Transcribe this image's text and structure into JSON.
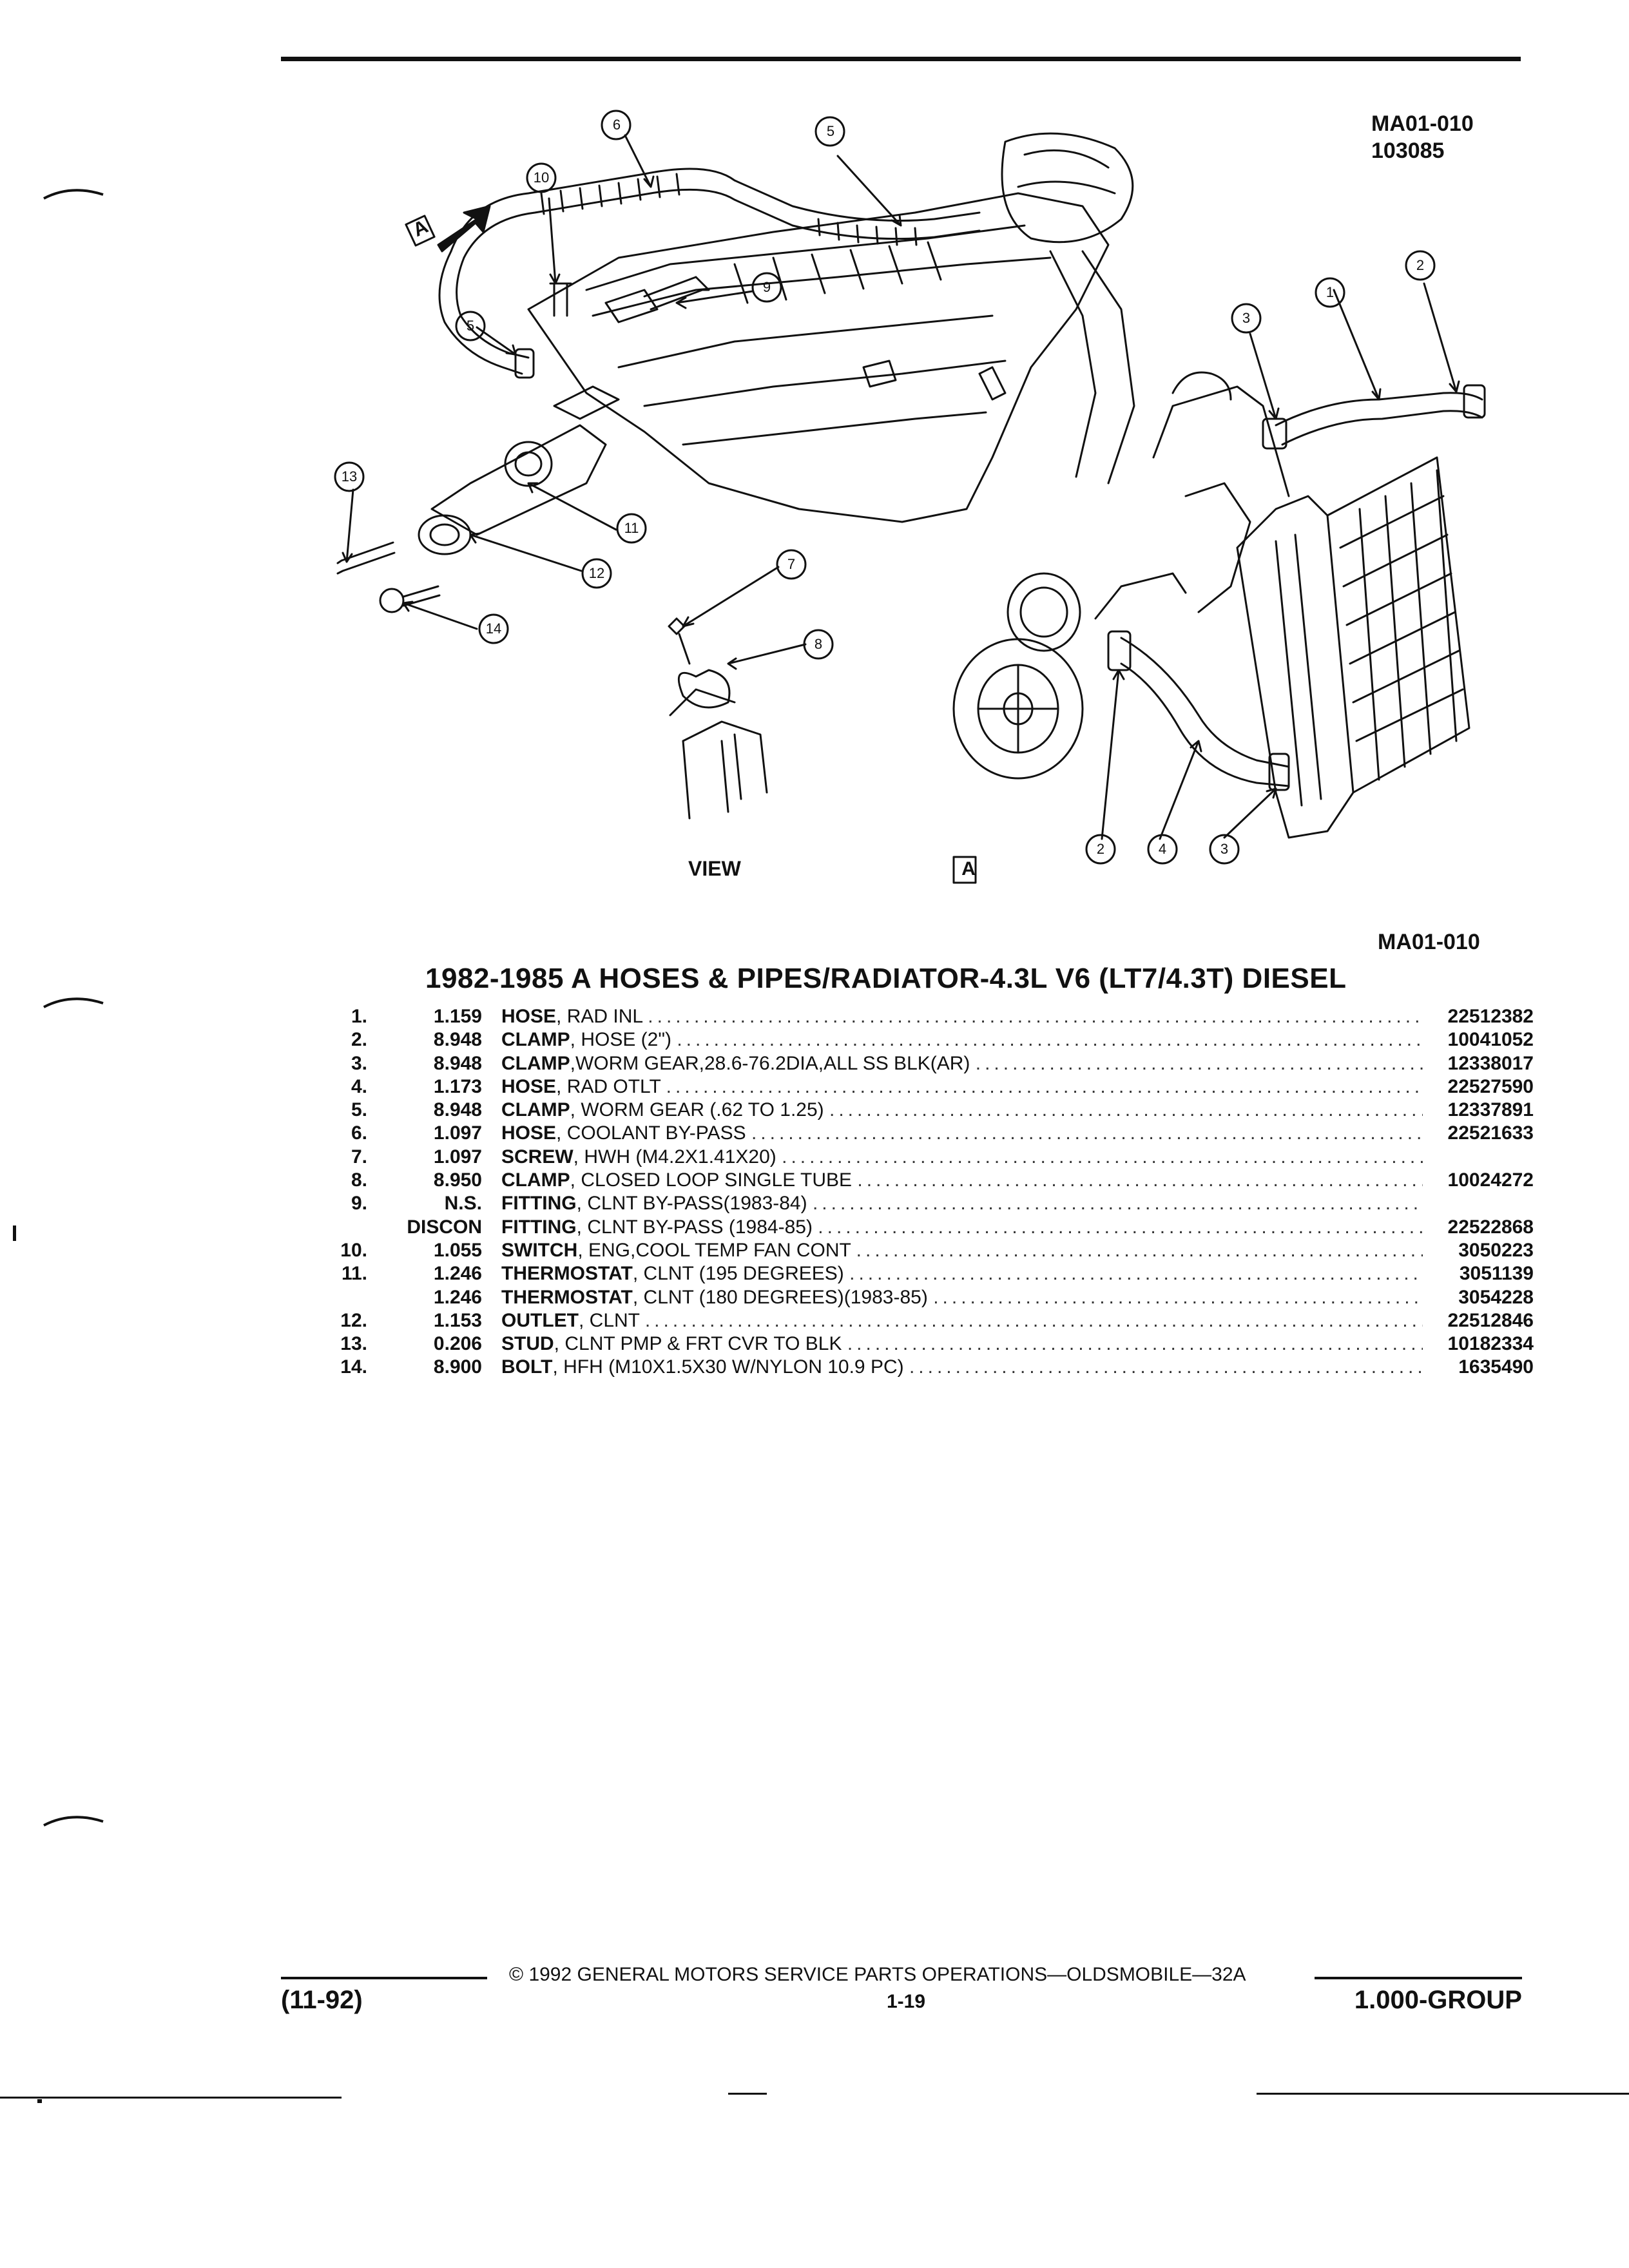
{
  "header": {
    "diagram_code": "MA01-010",
    "diagram_number": "103085"
  },
  "diagram": {
    "view_label": "VIEW",
    "view_letter": "A",
    "arrow_letter": "A",
    "callouts": [
      "6",
      "5",
      "10",
      "9",
      "5",
      "13",
      "11",
      "12",
      "14",
      "7",
      "8",
      "1",
      "2",
      "3",
      "2",
      "4",
      "3"
    ]
  },
  "caption_code": "MA01-010",
  "parts_table": {
    "title": "1982-1985 A HOSES & PIPES/RADIATOR-4.3L V6 (LT7/4.3T) DIESEL",
    "rows": [
      {
        "num": "1.",
        "code": "1.159",
        "name": "HOSE",
        "desc": ", RAD INL",
        "part": "22512382"
      },
      {
        "num": "2.",
        "code": "8.948",
        "name": "CLAMP",
        "desc": ", HOSE (2\")",
        "part": "10041052"
      },
      {
        "num": "3.",
        "code": "8.948",
        "name": "CLAMP",
        "desc": ",WORM GEAR,28.6-76.2DIA,ALL SS BLK(AR)",
        "part": "12338017"
      },
      {
        "num": "4.",
        "code": "1.173",
        "name": "HOSE",
        "desc": ", RAD OTLT",
        "part": "22527590"
      },
      {
        "num": "5.",
        "code": "8.948",
        "name": "CLAMP",
        "desc": ", WORM GEAR (.62 TO 1.25)",
        "part": "12337891"
      },
      {
        "num": "6.",
        "code": "1.097",
        "name": "HOSE",
        "desc": ", COOLANT BY-PASS",
        "part": "22521633"
      },
      {
        "num": "7.",
        "code": "1.097",
        "name": "SCREW",
        "desc": ", HWH (M4.2X1.41X20)",
        "part": ""
      },
      {
        "num": "8.",
        "code": "8.950",
        "name": "CLAMP",
        "desc": ", CLOSED LOOP SINGLE TUBE",
        "part": "10024272"
      },
      {
        "num": "9.",
        "code": "N.S.",
        "name": "FITTING",
        "desc": ", CLNT BY-PASS(1983-84)",
        "part": ""
      },
      {
        "num": "",
        "code": "DISCON",
        "name": "FITTING",
        "desc": ", CLNT BY-PASS (1984-85)",
        "part": "22522868"
      },
      {
        "num": "10.",
        "code": "1.055",
        "name": "SWITCH",
        "desc": ", ENG,COOL TEMP FAN CONT",
        "part": "3050223"
      },
      {
        "num": "11.",
        "code": "1.246",
        "name": "THERMOSTAT",
        "desc": ", CLNT (195 DEGREES)",
        "part": "3051139"
      },
      {
        "num": "",
        "code": "1.246",
        "name": "THERMOSTAT",
        "desc": ", CLNT (180 DEGREES)(1983-85)",
        "part": "3054228"
      },
      {
        "num": "12.",
        "code": "1.153",
        "name": "OUTLET",
        "desc": ", CLNT",
        "part": "22512846"
      },
      {
        "num": "13.",
        "code": "0.206",
        "name": "STUD",
        "desc": ", CLNT PMP & FRT CVR TO BLK",
        "part": "10182334"
      },
      {
        "num": "14.",
        "code": "8.900",
        "name": "BOLT",
        "desc": ", HFH (M10X1.5X30 W/NYLON 10.9 PC)",
        "part": "1635490"
      }
    ]
  },
  "footer": {
    "copyright": "© 1992 GENERAL MOTORS SERVICE PARTS OPERATIONS—OLDSMOBILE—32A",
    "date": "(11-92)",
    "page": "1-19",
    "group": "1.000-GROUP"
  }
}
